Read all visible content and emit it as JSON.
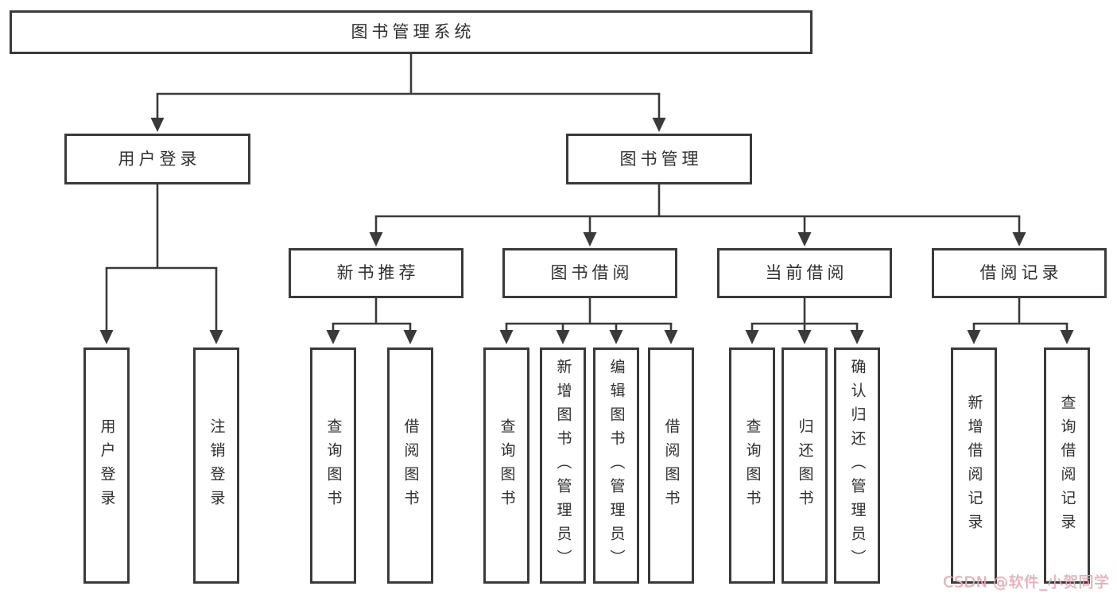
{
  "root": {
    "label": "图书管理系统"
  },
  "level1": [
    {
      "label": "用户登录"
    },
    {
      "label": "图书管理"
    }
  ],
  "level2": [
    {
      "label": "新书推荐",
      "parent": "图书管理"
    },
    {
      "label": "图书借阅",
      "parent": "图书管理"
    },
    {
      "label": "当前借阅",
      "parent": "图书管理"
    },
    {
      "label": "借阅记录",
      "parent": "图书管理"
    }
  ],
  "leaves": [
    {
      "label": "用户登录",
      "parent": "用户登录"
    },
    {
      "label": "注销登录",
      "parent": "用户登录"
    },
    {
      "label": "查询图书",
      "parent": "新书推荐"
    },
    {
      "label": "借阅图书",
      "parent": "新书推荐"
    },
    {
      "label": "查询图书",
      "parent": "图书借阅"
    },
    {
      "label": "新增图书（管理员）",
      "parent": "图书借阅"
    },
    {
      "label": "编辑图书（管理员）",
      "parent": "图书借阅"
    },
    {
      "label": "借阅图书",
      "parent": "图书借阅"
    },
    {
      "label": "查询图书",
      "parent": "当前借阅"
    },
    {
      "label": "归还图书",
      "parent": "当前借阅"
    },
    {
      "label": "确认归还（管理员）",
      "parent": "当前借阅"
    },
    {
      "label": "新增借阅记录",
      "parent": "借阅记录"
    },
    {
      "label": "查询借阅记录",
      "parent": "借阅记录"
    }
  ],
  "watermark": {
    "text": "CSDN @软件_小贺同学",
    "color": "#eca6b6"
  },
  "colors": {
    "line": "#3a3a3a",
    "box_border": "#3a3a3a",
    "text": "#2f2f2f",
    "background": "#ffffff"
  }
}
